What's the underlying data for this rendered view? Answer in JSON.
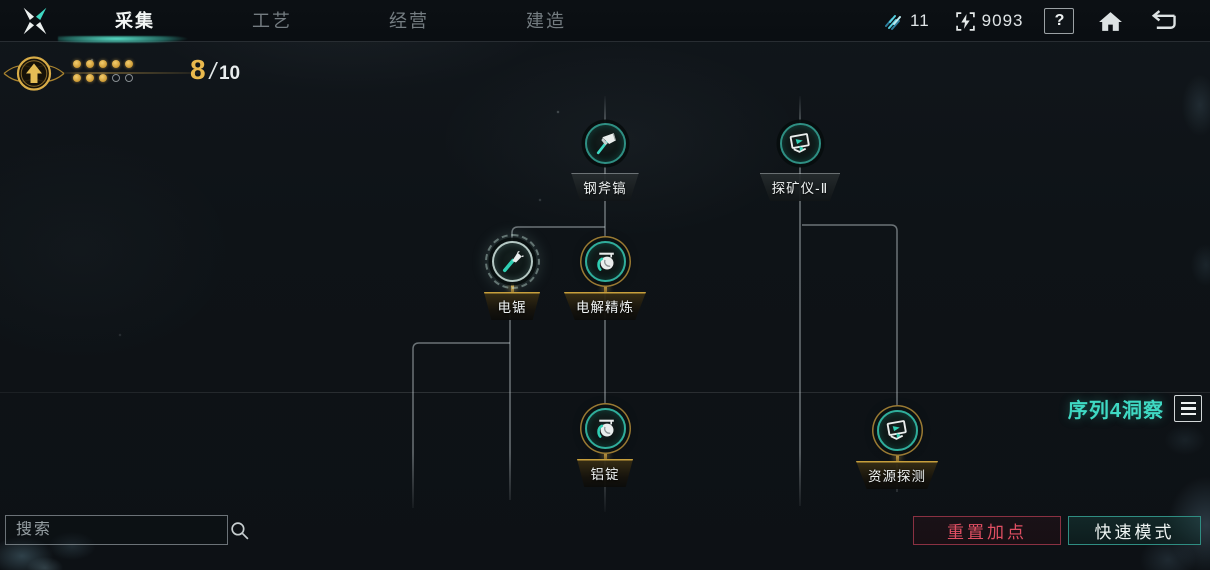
{
  "topbar": {
    "tabs": [
      {
        "label": "采集",
        "active": true
      },
      {
        "label": "工艺",
        "active": false
      },
      {
        "label": "经营",
        "active": false
      },
      {
        "label": "建造",
        "active": false
      }
    ],
    "resources": [
      {
        "icon": "shard-icon",
        "value": "11"
      },
      {
        "icon": "energy-icon",
        "value": "9093"
      }
    ],
    "help_label": "?"
  },
  "progress": {
    "current": "8",
    "separator": "/",
    "max": "10",
    "slots_total": 10,
    "slots_filled": 8
  },
  "tree": {
    "section_label": "序列4洞察",
    "nodes": [
      {
        "label": "钢斧镐",
        "state": "available",
        "icon": "axe-pick-icon"
      },
      {
        "label": "探矿仪-Ⅱ",
        "state": "available",
        "icon": "scanner-icon"
      },
      {
        "label": "电锯",
        "state": "maxed",
        "icon": "chainsaw-icon"
      },
      {
        "label": "电解精炼",
        "state": "maxed",
        "icon": "crucible-icon"
      },
      {
        "label": "铝锭",
        "state": "maxed",
        "icon": "crucible-icon"
      },
      {
        "label": "资源探测",
        "state": "maxed",
        "icon": "scanner-icon"
      }
    ]
  },
  "footer": {
    "search_placeholder": "搜索",
    "reset_button": "重置加点",
    "quick_mode_button": "快速模式"
  },
  "colors": {
    "accent_teal": "#3fd9c3",
    "gold": "#d7a43e",
    "reset_red": "#e04f63"
  }
}
